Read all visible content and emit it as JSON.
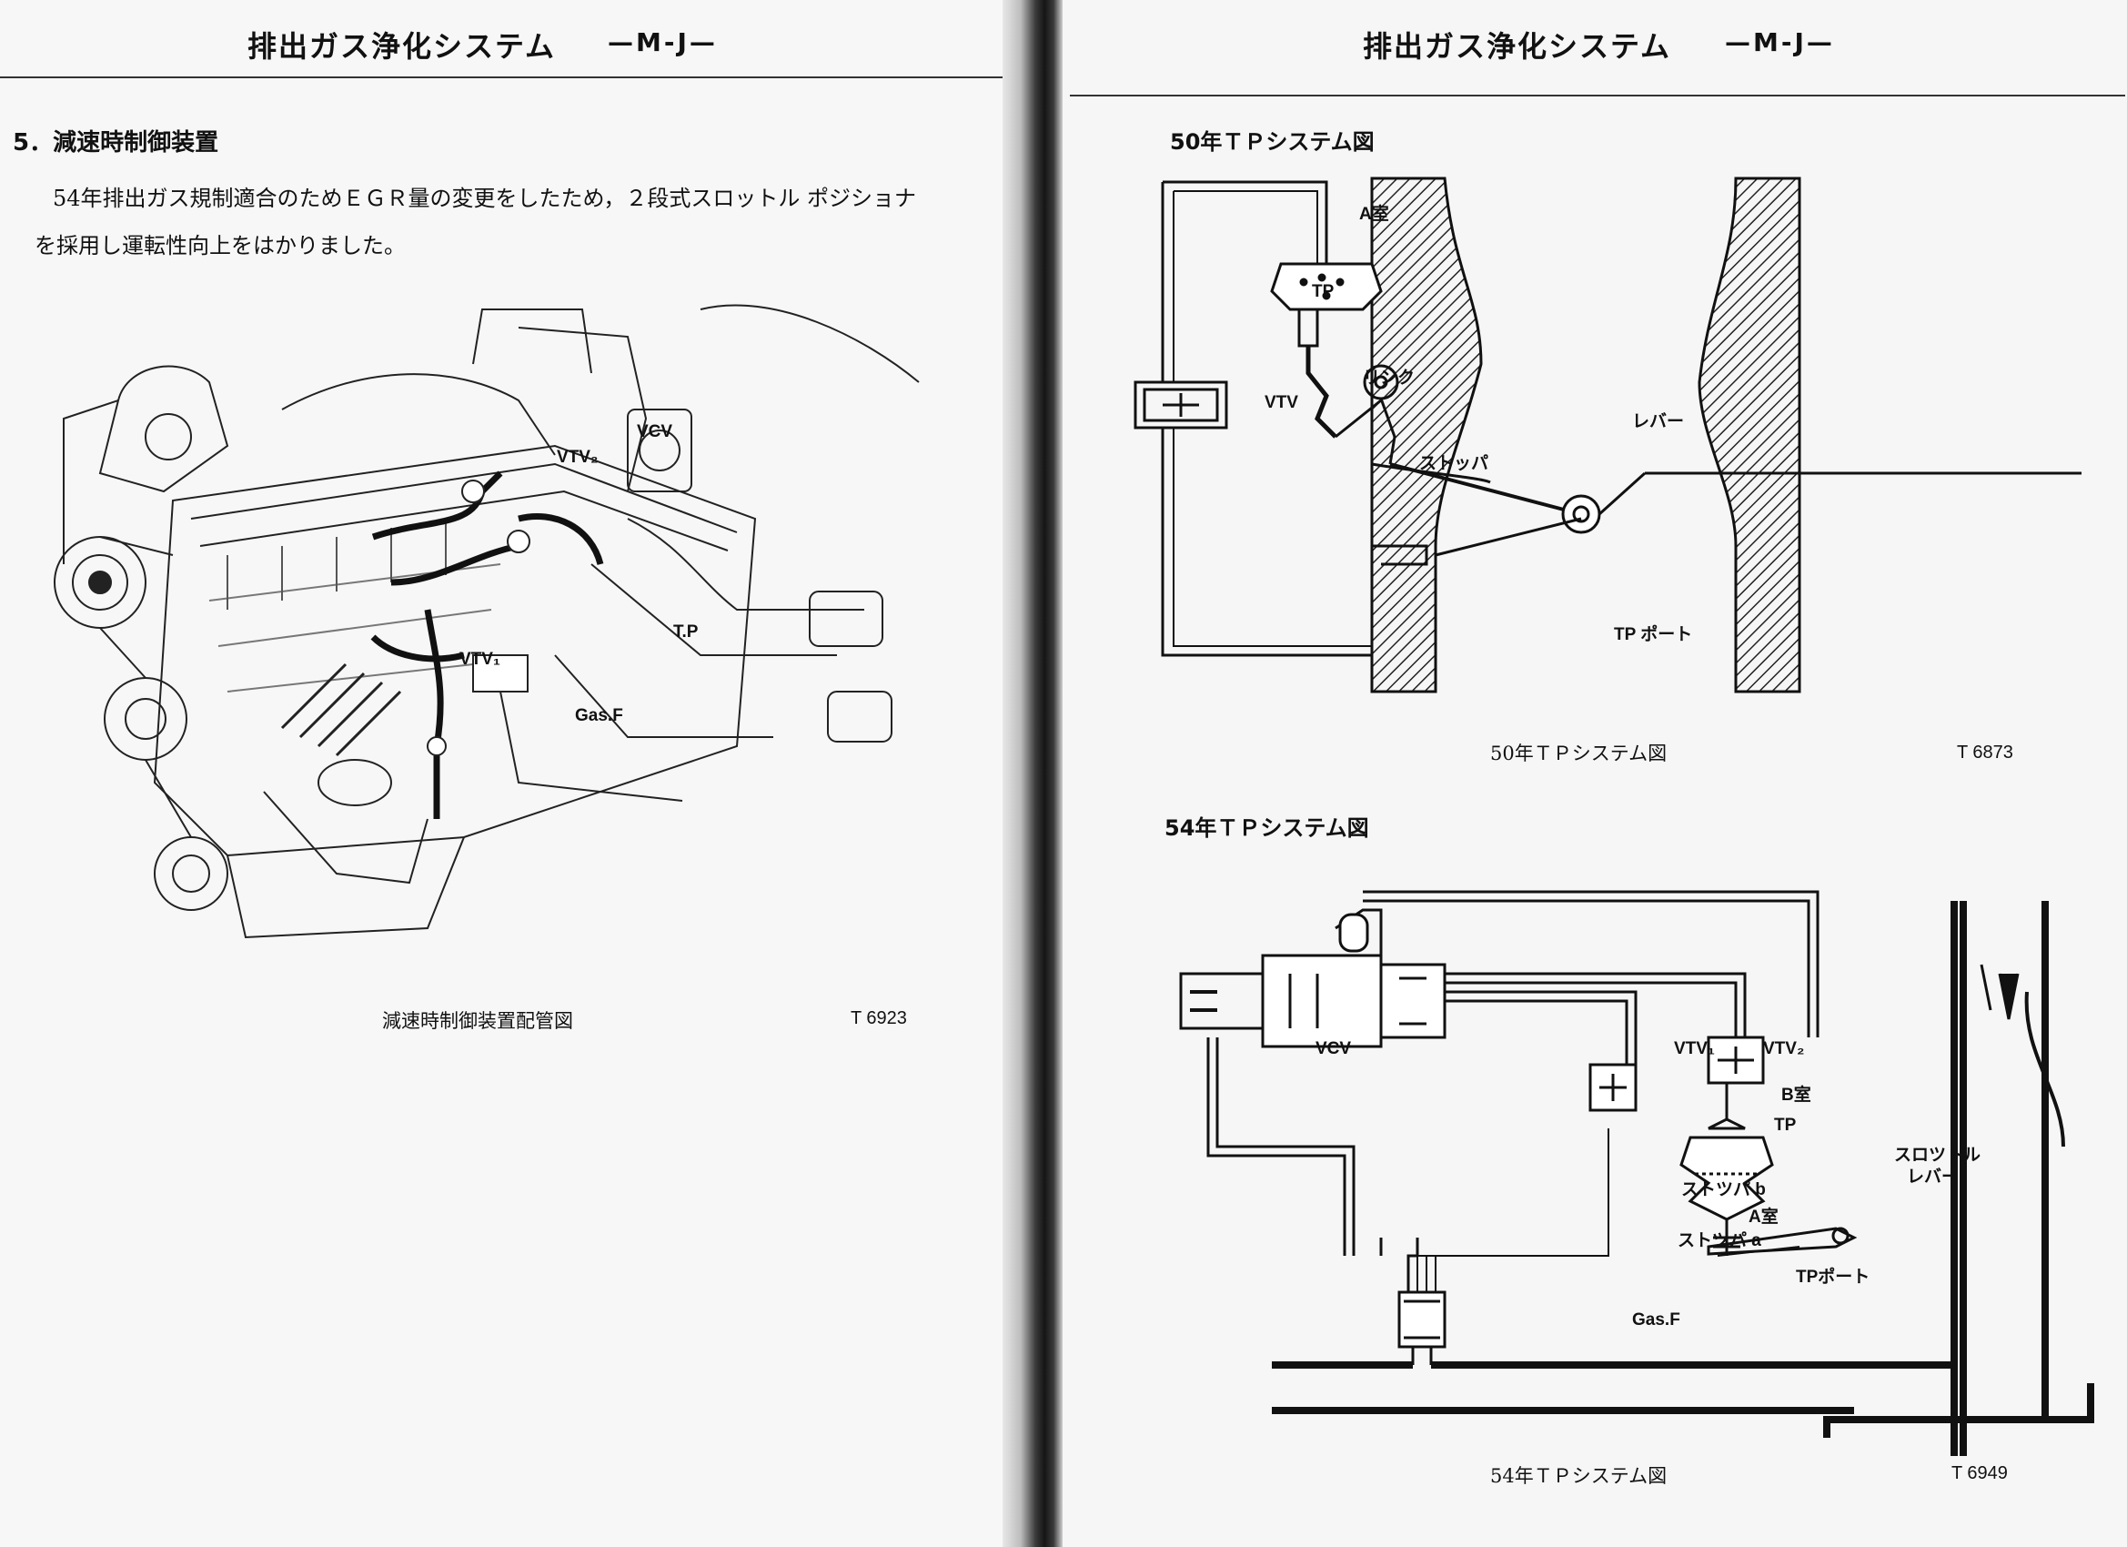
{
  "left_page": {
    "header": {
      "title": "排出ガス浄化システム",
      "model": "—M-J—"
    },
    "section": {
      "heading": "5．減速時制御装置",
      "paragraph_line1": "54年排出ガス規制適合のためＥＧＲ量の変更をしたため，２段式スロットル ポジショナ",
      "paragraph_line2": "を採用し運転性向上をはかりました。"
    },
    "figure": {
      "caption": "減速時制御装置配管図",
      "code": "T 6923",
      "labels": {
        "vcv": "VCV",
        "vtv2": "VTV₂",
        "vtv1": "VTV₁",
        "tp": "T.P",
        "gasf": "Gas.F"
      }
    }
  },
  "right_page": {
    "header": {
      "title": "排出ガス浄化システム",
      "model": "—M-J—"
    },
    "diagram_50": {
      "title": "50年ＴＰシステム図",
      "caption": "50年ＴＰシステム図",
      "code": "T 6873",
      "labels": {
        "chamber_a": "A室",
        "tp": "TP",
        "link": "リンク",
        "vtv": "VTV",
        "lever": "レバー",
        "stopper": "ストッパ",
        "tp_port": "TP ポート"
      }
    },
    "diagram_54": {
      "title": "54年ＴＰシステム図",
      "caption": "54年ＴＰシステム図",
      "code": "T 6949",
      "labels": {
        "vcv": "VCV",
        "vtv1": "VTV₁",
        "vtv2": "VTV₂",
        "chamber_b": "B室",
        "tp": "TP",
        "throttle_lever_1": "スロツトル",
        "throttle_lever_2": "レバー",
        "stopper_b": "ストツパ b",
        "chamber_a": "A室",
        "stopper_a": "ストツパ a",
        "tp_port": "TPポート",
        "gasf": "Gas.F"
      }
    }
  }
}
